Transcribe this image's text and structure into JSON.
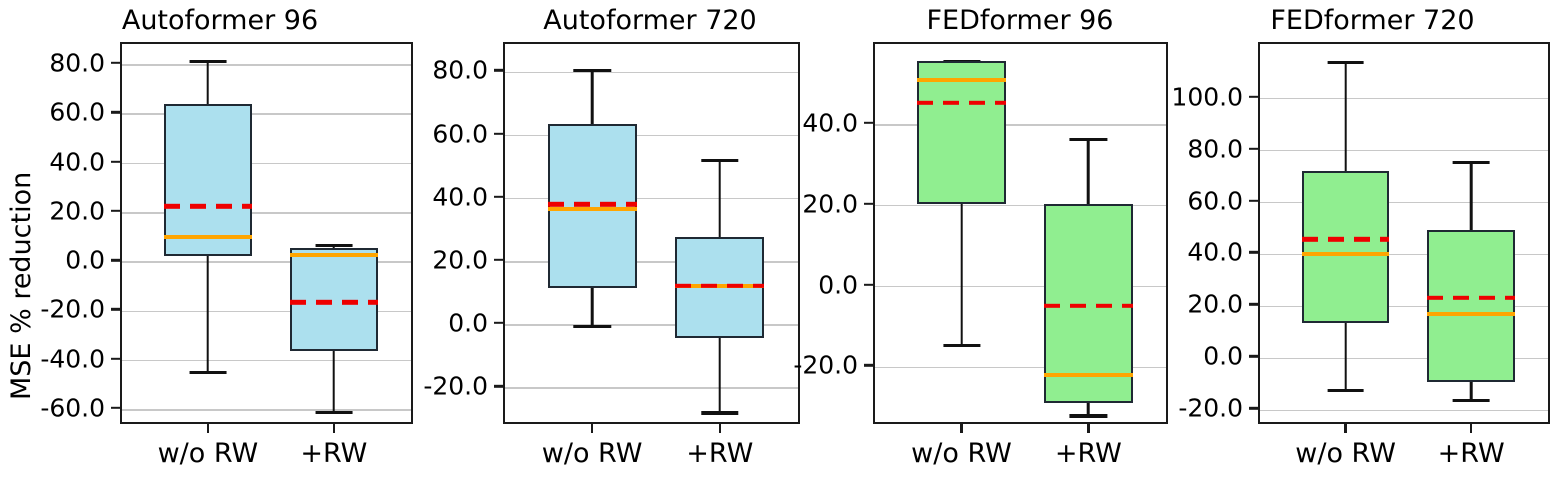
{
  "figure": {
    "ylabel": "MSE % reduction",
    "box_fill_blue": "#ace0ee",
    "box_fill_green": "#90ee90",
    "box_edge": "#1f2933",
    "median_color": "#ffa500",
    "mean_color": "#ee0000",
    "grid_color": "#c8c8c8",
    "axis_color": "#1a1a1a"
  },
  "chart_data": {
    "type": "box",
    "title": "",
    "ylabel": "MSE % reduction",
    "xlabel": "",
    "grid": true,
    "legend": null,
    "panels": [
      {
        "title": "Autoformer 96",
        "color": "#ace0ee",
        "ylim": [
          -66.5,
          88.5
        ],
        "yticks": [
          80.0,
          60.0,
          40.0,
          20.0,
          0.0,
          -20.0,
          -40.0,
          -60.0
        ],
        "ytick_labels": [
          "80.0",
          "60.0",
          "40.0",
          "20.0",
          "0.0",
          "-20.0",
          "-40.0",
          "-60.0"
        ],
        "categories": [
          "w/o RW",
          "+RW"
        ],
        "boxes": [
          {
            "label": "w/o RW",
            "whisker_low": -45.5,
            "q1": 1.5,
            "median": 9.5,
            "mean": 21.8,
            "q3": 63.2,
            "whisker_high": 80.5
          },
          {
            "label": "+RW",
            "whisker_low": -61.8,
            "q1": -37.0,
            "median": 2.0,
            "mean": -17.2,
            "q3": 4.8,
            "whisker_high": 6.0
          }
        ]
      },
      {
        "title": "Autoformer 720",
        "color": "#ace0ee",
        "ylim": [
          -32.0,
          89.0
        ],
        "yticks": [
          80.0,
          60.0,
          40.0,
          20.0,
          0.0,
          -20.0
        ],
        "ytick_labels": [
          "80.0",
          "60.0",
          "40.0",
          "20.0",
          "0.0",
          "-20.0"
        ],
        "categories": [
          "w/o RW",
          "+RW"
        ],
        "boxes": [
          {
            "label": "w/o RW",
            "whisker_low": -1.0,
            "q1": 11.0,
            "median": 36.2,
            "mean": 37.6,
            "q3": 63.0,
            "whisker_high": 80.0
          },
          {
            "label": "+RW",
            "whisker_low": -28.5,
            "q1": -4.8,
            "median": 11.6,
            "mean": 11.8,
            "q3": 27.3,
            "whisker_high": 51.5
          }
        ]
      },
      {
        "title": "FEDformer 96",
        "color": "#90ee90",
        "ylim": [
          -34.5,
          60.0
        ],
        "yticks": [
          40.0,
          20.0,
          0.0,
          -20.0
        ],
        "ytick_labels": [
          "40.0",
          "20.0",
          "0.0",
          "-20.0"
        ],
        "categories": [
          "w/o RW",
          "+RW"
        ],
        "boxes": [
          {
            "label": "w/o RW",
            "whisker_low": -15.0,
            "q1": 20.0,
            "median": 50.5,
            "mean": 45.0,
            "q3": 55.2,
            "whisker_high": 55.2
          },
          {
            "label": "+RW",
            "whisker_low": -32.5,
            "q1": -29.2,
            "median": -22.5,
            "mean": -5.3,
            "q3": 20.0,
            "whisker_high": 35.8
          }
        ]
      },
      {
        "title": "FEDformer 720",
        "color": "#90ee90",
        "ylim": [
          -26.0,
          121.0
        ],
        "yticks": [
          100.0,
          80.0,
          60.0,
          40.0,
          20.0,
          0.0,
          -20.0
        ],
        "ytick_labels": [
          "100.0",
          "80.0",
          "60.0",
          "40.0",
          "20.0",
          "0.0",
          "-20.0"
        ],
        "categories": [
          "w/o RW",
          "+RW"
        ],
        "boxes": [
          {
            "label": "w/o RW",
            "whisker_low": -13.0,
            "q1": 12.8,
            "median": 39.6,
            "mean": 45.0,
            "q3": 71.5,
            "whisker_high": 113.0
          },
          {
            "label": "+RW",
            "whisker_low": -17.0,
            "q1": -10.0,
            "median": 16.5,
            "mean": 22.5,
            "q3": 48.5,
            "whisker_high": 74.5
          }
        ]
      }
    ]
  }
}
